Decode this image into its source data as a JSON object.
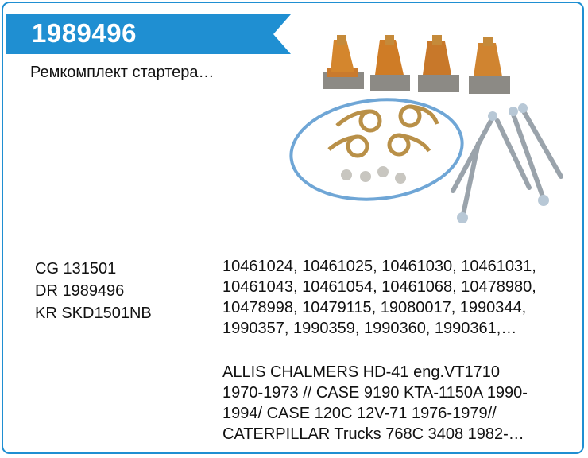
{
  "header": {
    "part_number": "1989496",
    "accent_color": "#1f8fd2"
  },
  "title": "Ремкомплект стартера…",
  "cross_codes": [
    "CG 131501",
    "DR 1989496",
    "KR SKD1501NB"
  ],
  "oe_numbers": [
    "10461024, 10461025, 10461030, 10461031,",
    "10461043, 10461054, 10461068, 10478980,",
    "10478998, 10479115, 19080017, 1990344,",
    "1990357, 1990359, 1990360, 1990361,…"
  ],
  "applications": [
    "ALLIS CHALMERS HD-41 eng.VT1710",
    "1970-1973 // CASE 9190 KTA-1150A 1990-",
    "1994/ CASE 120C 12V-71 1976-1979//",
    "CATERPILLAR Trucks 768C 3408 1982-…"
  ]
}
